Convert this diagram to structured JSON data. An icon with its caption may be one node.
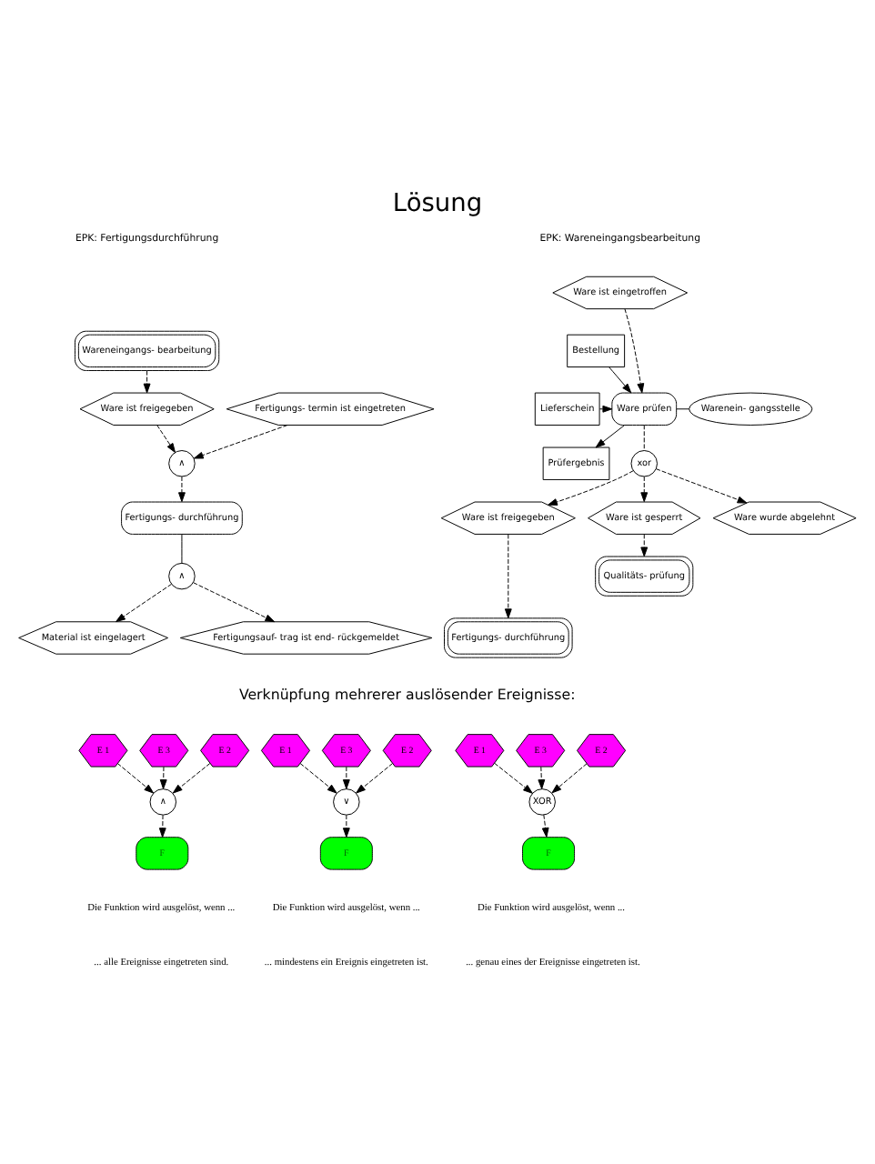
{
  "diagram": {
    "title": "Lösung",
    "nodes": [
      {
        "text": [
          "Ware ist eingetroffen"
        ]
      },
      {
        "text": [
          "Bestellung"
        ]
      },
      {
        "text": [
          "Lieferschein"
        ]
      },
      {
        "text": [
          "Prüfergebnis"
        ]
      },
      {
        "text": [
          "Ware prüfen"
        ]
      },
      {
        "text": [
          "Warenein- gangsstelle"
        ]
      },
      {
        "text": [
          "xor"
        ]
      },
      {
        "text": [
          "Ware ist freigegeben"
        ]
      },
      {
        "text": [
          "Ware ist gesperrt"
        ]
      },
      {
        "text": [
          "Ware wurde abgelehnt"
        ]
      },
      {
        "text": [
          "Fertigungs- durchführung"
        ]
      },
      {
        "text": [
          "Qualitäts- prüfung"
        ]
      },
      {
        "text": [
          "Wareneingangs- bearbeitung"
        ]
      },
      {
        "text": [
          "Ware ist freigegeben"
        ]
      },
      {
        "text": [
          "Fertigungs- termin ist eingetreten"
        ]
      },
      {
        "text": [
          "∧"
        ]
      },
      {
        "text": [
          "Fertigungs- durchführung"
        ]
      },
      {
        "text": [
          "∧"
        ]
      },
      {
        "text": [
          "Material ist eingelagert"
        ]
      },
      {
        "text": [
          "Fertigungsauf- trag ist end- rückgemeldet"
        ]
      },
      {
        "text": [
          "E 1"
        ]
      },
      {
        "text": [
          "E 2"
        ]
      },
      {
        "text": [
          "E 3"
        ]
      },
      {
        "text": [
          "∧"
        ]
      },
      {
        "text": [
          "F"
        ]
      },
      {
        "text": [
          "E 1"
        ]
      },
      {
        "text": [
          "E 2"
        ]
      },
      {
        "text": [
          "E 3"
        ]
      },
      {
        "text": [
          "∨"
        ]
      },
      {
        "text": [
          "F"
        ]
      },
      {
        "text": [
          "E 1"
        ]
      },
      {
        "text": [
          "E 2"
        ]
      },
      {
        "text": [
          "E 3"
        ]
      },
      {
        "text": [
          "XOR"
        ]
      },
      {
        "text": [
          "F"
        ]
      }
    ],
    "edges": [
      {
        "from": 0,
        "to": 4,
        "arrow": "to",
        "style": "dashed"
      },
      {
        "from": 1,
        "to": 4,
        "arrow": "to"
      },
      {
        "from": 2,
        "to": 4,
        "arrow": "to"
      },
      {
        "from": 4,
        "to": 3,
        "arrow": "to"
      },
      {
        "from": 4,
        "to": 5,
        "arrow": "none"
      },
      {
        "from": 4,
        "to": 6,
        "arrow": "none",
        "style": "dashed"
      },
      {
        "from": 6,
        "to": 7,
        "arrow": "to",
        "style": "dashed"
      },
      {
        "from": 6,
        "to": 8,
        "arrow": "to",
        "style": "dashed"
      },
      {
        "from": 6,
        "to": 9,
        "arrow": "to",
        "style": "dashed"
      },
      {
        "from": 7,
        "to": 10,
        "arrow": "to",
        "style": "dashed"
      },
      {
        "from": 8,
        "to": 11,
        "arrow": "to",
        "style": "dashed"
      },
      {
        "from": 12,
        "to": 13,
        "arrow": "to",
        "style": "dashed"
      },
      {
        "from": 13,
        "to": 15,
        "arrow": "to",
        "style": "dashed"
      },
      {
        "from": 14,
        "to": 15,
        "arrow": "to",
        "style": "dashed"
      },
      {
        "from": 15,
        "to": 16,
        "arrow": "to",
        "style": "dashed"
      },
      {
        "from": 16,
        "to": 17,
        "arrow": "none"
      },
      {
        "from": 17,
        "to": 18,
        "arrow": "to",
        "style": "dashed"
      },
      {
        "from": 17,
        "to": 19,
        "arrow": "to",
        "style": "dashed"
      },
      {
        "from": 20,
        "to": 23,
        "arrow": "to",
        "style": "dashed"
      },
      {
        "from": 21,
        "to": 23,
        "arrow": "to",
        "style": "dashed"
      },
      {
        "from": 22,
        "to": 23,
        "arrow": "to",
        "style": "dashed"
      },
      {
        "from": 23,
        "to": 24,
        "arrow": "to",
        "style": "dashed"
      },
      {
        "from": 25,
        "to": 28,
        "arrow": "to",
        "style": "dashed"
      },
      {
        "from": 26,
        "to": 28,
        "arrow": "to",
        "style": "dashed"
      },
      {
        "from": 27,
        "to": 28,
        "arrow": "to",
        "style": "dashed"
      },
      {
        "from": 28,
        "to": 29,
        "arrow": "to",
        "style": "dashed"
      },
      {
        "from": 30,
        "to": 33,
        "arrow": "to",
        "style": "dashed"
      },
      {
        "from": 31,
        "to": 33,
        "arrow": "to",
        "style": "dashed"
      },
      {
        "from": 32,
        "to": 33,
        "arrow": "to",
        "style": "dashed"
      },
      {
        "from": 33,
        "to": 34,
        "arrow": "to",
        "style": "dashed"
      }
    ],
    "labels": [
      "EPK: Wareneingangsbearbeitung",
      "EPK: Fertigungsdurchführung",
      "Verknüpfung mehrerer auslösender Ereignisse:",
      "Die Funktion wird ausgelöst, wenn ...",
      "... alle Ereignisse eingetreten sind.",
      "Die Funktion wird ausgelöst, wenn ...",
      "... mindestens ein Ereignis eingetreten ist.",
      "Die Funktion wird ausgelöst, wenn ...",
      "... genau eines der Ereignisse eingetreten ist."
    ]
  }
}
